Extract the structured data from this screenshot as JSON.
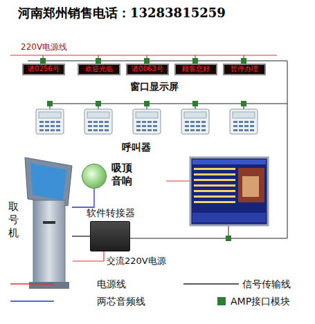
{
  "diagram": {
    "title": "河南郑州销售电话：13283815259",
    "nodes": [
      {
        "text": [
          "请0256号"
        ]
      },
      {
        "text": [
          "欢迎光临"
        ]
      },
      {
        "text": [
          "请0063号"
        ]
      },
      {
        "text": [
          "顾客您好"
        ]
      },
      {
        "text": [
          "暂停办理"
        ]
      },
      {
        "text": [
          "取号机"
        ]
      },
      {
        "text": [
          "吸顶音响"
        ]
      },
      {
        "text": [
          "软件转接器"
        ]
      }
    ],
    "edges": [
      {
        "from": 5,
        "to": 6,
        "arrow": "none"
      },
      {
        "from": 5,
        "to": 7,
        "arrow": "none"
      }
    ],
    "labels": [
      "220V电源线",
      "窗口显示屏",
      "呼叫器",
      "交流220V电源"
    ],
    "legend": [
      {
        "text": "电源线"
      },
      {
        "text": "信号传输线"
      },
      {
        "text": "两芯音频线"
      },
      {
        "text": "AMP接口模块",
        "color": "#2e7d32"
      }
    ]
  }
}
